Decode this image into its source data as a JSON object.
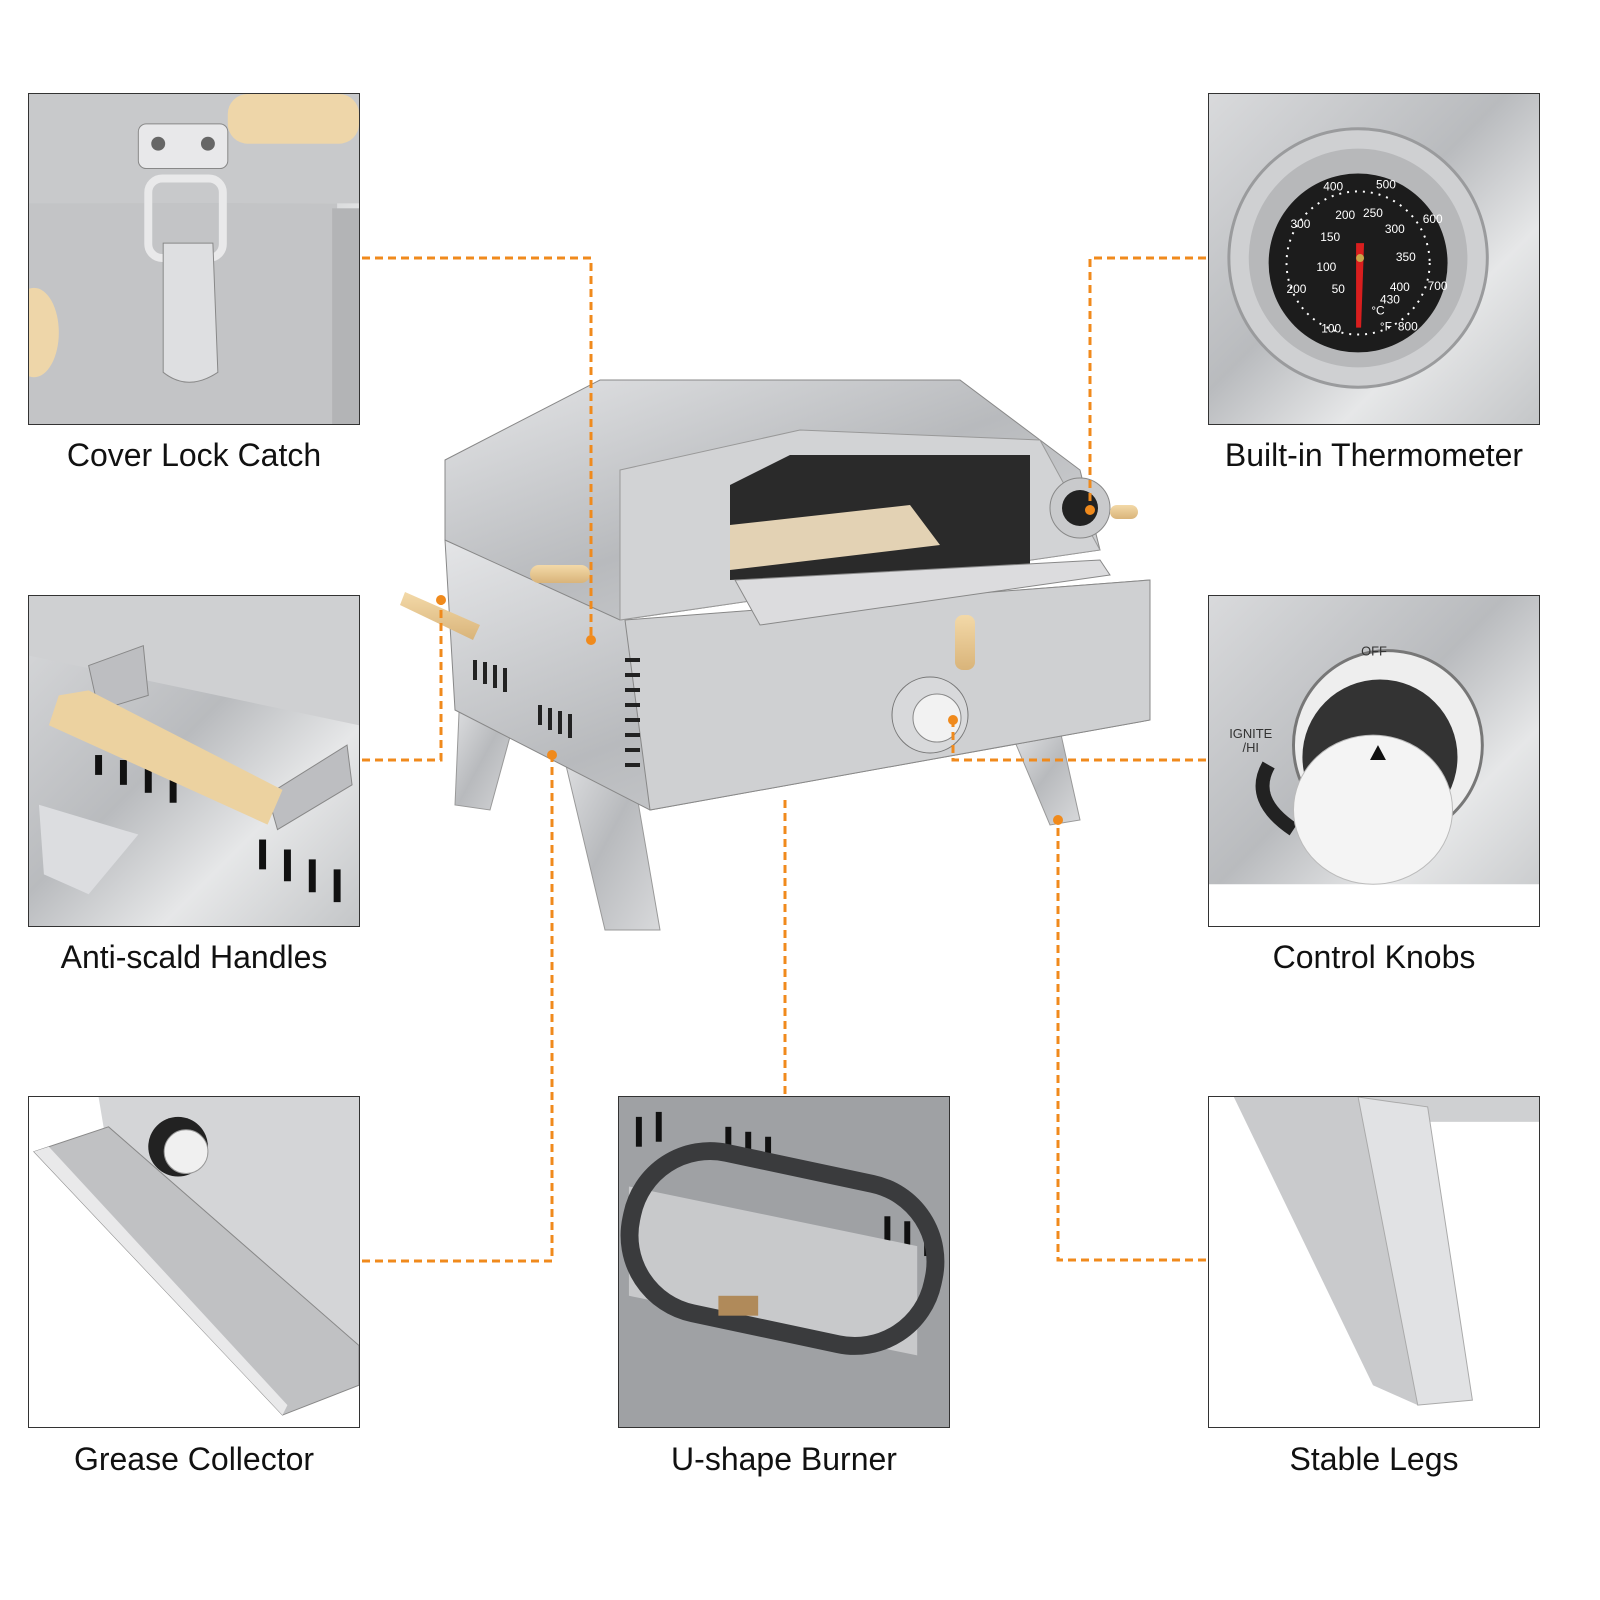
{
  "accent_color": "#f08a1c",
  "features": [
    {
      "id": "cover-lock-catch",
      "label": "Cover Lock Catch"
    },
    {
      "id": "built-in-thermometer",
      "label": "Built-in Thermometer"
    },
    {
      "id": "anti-scald-handles",
      "label": "Anti-scald Handles"
    },
    {
      "id": "control-knobs",
      "label": "Control Knobs"
    },
    {
      "id": "grease-collector",
      "label": "Grease Collector"
    },
    {
      "id": "u-shape-burner",
      "label": "U-shape Burner"
    },
    {
      "id": "stable-legs",
      "label": "Stable Legs"
    }
  ],
  "thermometer": {
    "fahrenheit_ticks": [
      "300",
      "400",
      "500",
      "600",
      "700",
      "800",
      "200",
      "100"
    ],
    "celsius_ticks": [
      "50",
      "100",
      "150",
      "200",
      "250",
      "300",
      "350",
      "400",
      "430"
    ],
    "unit_c": "°C",
    "unit_f": "°F"
  },
  "knob": {
    "off": "OFF",
    "ignite_line1": "IGNITE",
    "ignite_line2": "/HI"
  }
}
